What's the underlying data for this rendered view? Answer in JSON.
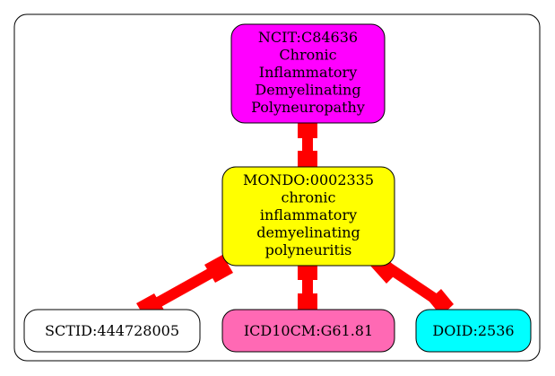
{
  "colors": {
    "edge": "#ff0000",
    "cluster_stroke": "#000000",
    "node_stroke": "#000000"
  },
  "nodes": {
    "ncit": {
      "lines": [
        "NCIT:C84636",
        "Chronic",
        "Inflammatory",
        "Demyelinating",
        "Polyneuropathy"
      ],
      "fill": "#ff00ff"
    },
    "mondo": {
      "lines": [
        "MONDO:0002335",
        "chronic",
        "inflammatory",
        "demyelinating",
        "polyneuritis"
      ],
      "fill": "#ffff00"
    },
    "sctid": {
      "lines": [
        "SCTID:444728005"
      ],
      "fill": "#ffffff"
    },
    "icd10cm": {
      "lines": [
        "ICD10CM:G61.81"
      ],
      "fill": "#ff69b4"
    },
    "doid": {
      "lines": [
        "DOID:2536"
      ],
      "fill": "#00ffff"
    }
  }
}
